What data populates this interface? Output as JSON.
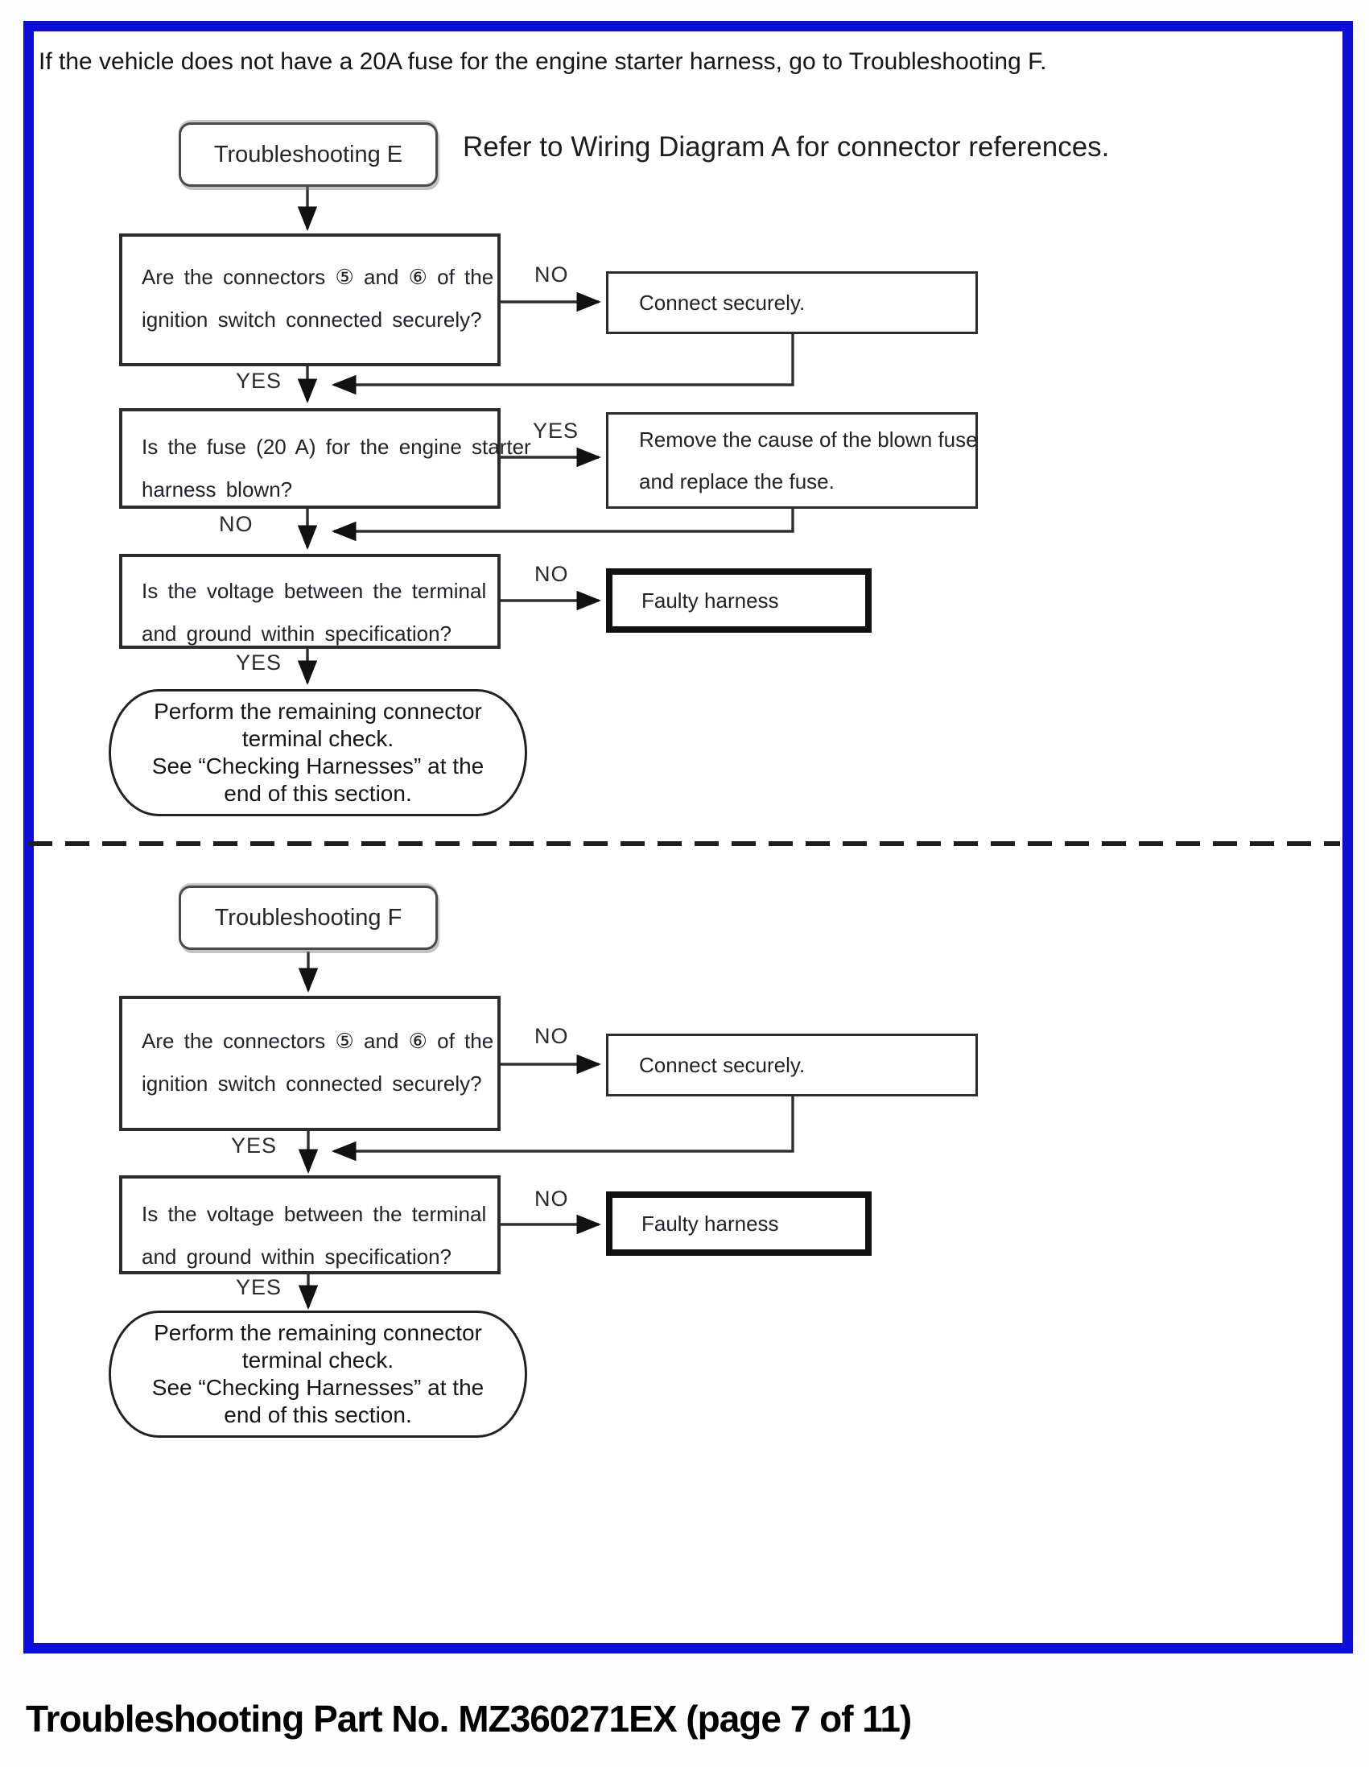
{
  "page": {
    "intro": "If the vehicle does not have a 20A fuse for the engine starter harness, go to Troubleshooting F.",
    "footer": "Troubleshooting Part No. MZ360271EX (page 7 of 11)",
    "border_color": "#0d0dd8"
  },
  "section_e": {
    "title": "Troubleshooting E",
    "note": "Refer to Wiring Diagram A for connector references.",
    "q1": {
      "lines": [
        "Are  the  connectors ⑤ and ⑥ of  the",
        "ignition switch connected securely?"
      ]
    },
    "a1": "Connect securely.",
    "q2": {
      "lines": [
        "Is the fuse (20 A) for the engine starter",
        "harness blown?"
      ]
    },
    "a2": {
      "lines": [
        "Remove the cause of the blown fuse",
        "and replace the fuse."
      ]
    },
    "q3": {
      "lines": [
        "Is the voltage between the terminal",
        "and ground within specification?"
      ]
    },
    "a3": "Faulty harness",
    "terminal": "Perform the remaining connector\nterminal check.\nSee “Checking Harnesses” at the\nend of this section.",
    "labels": {
      "q1_no": "NO",
      "q1_yes": "YES",
      "q2_yes": "YES",
      "q2_no": "NO",
      "q3_no": "NO",
      "q3_yes": "YES"
    }
  },
  "section_f": {
    "title": "Troubleshooting F",
    "q1": {
      "lines": [
        "Are  the  connectors ⑤ and ⑥ of  the",
        "ignition switch connected securely?"
      ]
    },
    "a1": "Connect securely.",
    "q2": {
      "lines": [
        "Is  the  voltage  between  the  terminal",
        "and ground within specification?"
      ]
    },
    "a2": "Faulty harness",
    "terminal": "Perform the remaining connector\nterminal check.\nSee “Checking Harnesses” at the\nend of this section.",
    "labels": {
      "q1_no": "NO",
      "q1_yes": "YES",
      "q2_no": "NO",
      "q2_yes": "YES"
    }
  }
}
